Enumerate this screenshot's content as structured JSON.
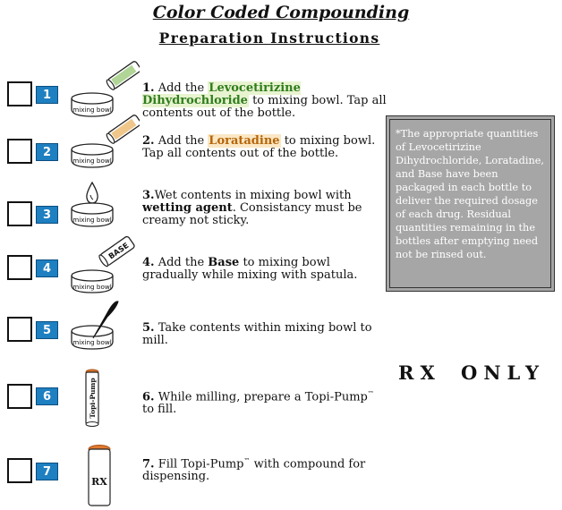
{
  "title": "Color Coded Compounding",
  "subtitle": "Preparation Instructions",
  "labels": {
    "mixing_bowl": "mixing bowl",
    "base": "BASE",
    "topi_pump": "Topi-Pump",
    "rx": "RX"
  },
  "steps": [
    {
      "num": "1",
      "pre": "1.",
      "parts": [
        " Add the ",
        "Levocetirizine Dihydrochloride",
        " to mixing bowl.  Tap all contents out of the bottle."
      ]
    },
    {
      "num": "2",
      "pre": "2.",
      "parts": [
        " Add the ",
        "Loratadine",
        " to mixing bowl. Tap all contents out of the bottle."
      ]
    },
    {
      "num": "3",
      "pre": "3.",
      "parts": [
        "Wet contents in mixing bowl with ",
        "wetting agent",
        ". Consistancy must be creamy not sticky."
      ]
    },
    {
      "num": "4",
      "pre": "4.",
      "parts": [
        " Add the ",
        "Base",
        " to mixing bowl gradually while mixing with spatula."
      ]
    },
    {
      "num": "5",
      "pre": "5.",
      "parts": [
        " Take contents within mixing bowl to mill."
      ]
    },
    {
      "num": "6",
      "pre": "6.",
      "parts": [
        " While milling, prepare a Topi-Pump",
        "™",
        " to fill."
      ]
    },
    {
      "num": "7",
      "pre": "7.",
      "parts": [
        " Fill Topi-Pump",
        "™",
        " with compound for dispensing."
      ]
    }
  ],
  "note": "*The appropriate quantities of Levocetirizine Dihydrochloride, Loratadine, and Base have been packaged in each bottle to deliver the required dosage of each drug. Residual quantities remaining in the bottles after emptying need not be rinsed out.",
  "rx_only": "RX ONLY",
  "colors": {
    "step_badge": "#1e7fc1",
    "levocetirizine": "#2f7d1d",
    "loratadine": "#b5650a",
    "pump_cap": "#e07a2f",
    "note_box": "#a6a6a6"
  }
}
